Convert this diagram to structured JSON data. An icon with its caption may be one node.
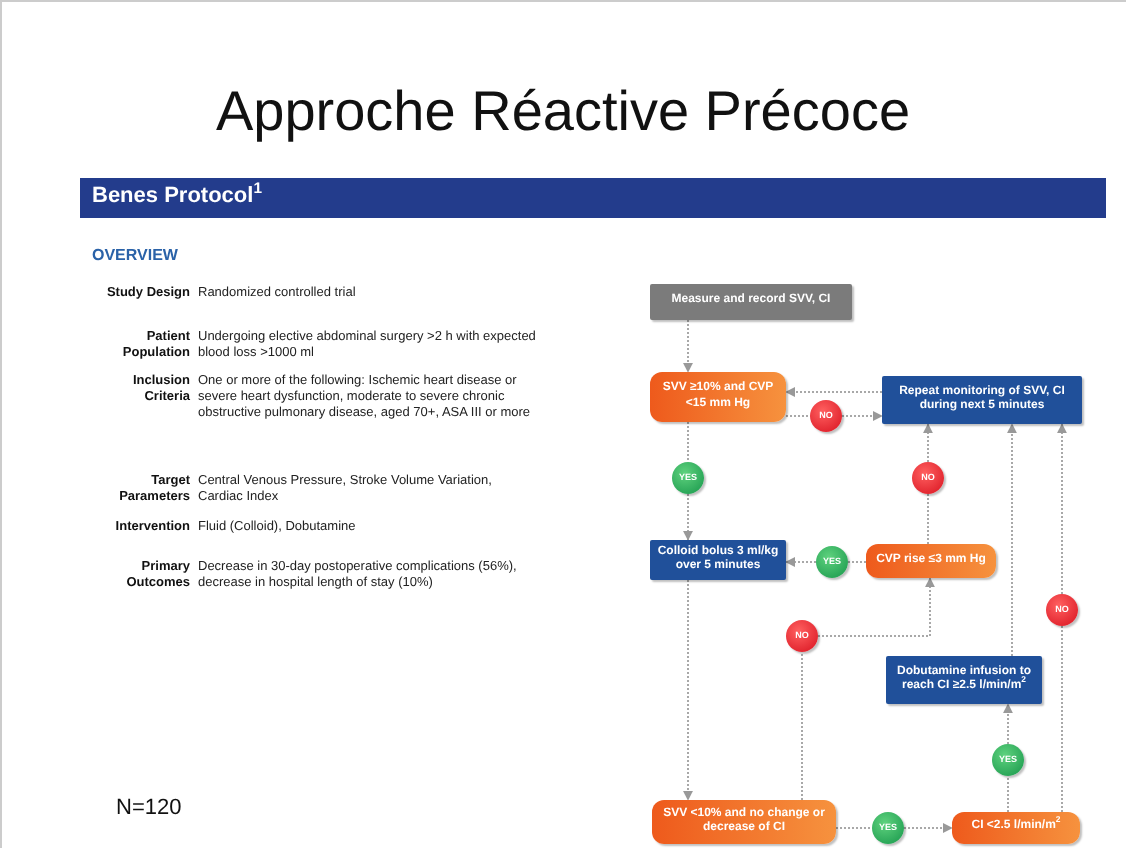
{
  "diagram": {
    "title": "Approche Réactive Précoce",
    "nodes": [
      {
        "text": [
          "Measure and record SVV, CI"
        ]
      },
      {
        "text": [
          "SVV ≥10% and CVP <15 mm Hg"
        ]
      },
      {
        "text": [
          "NO"
        ]
      },
      {
        "text": [
          "Repeat monitoring of SVV, CI during next 5 minutes"
        ]
      },
      {
        "text": [
          "YES"
        ]
      },
      {
        "text": [
          "NO"
        ]
      },
      {
        "text": [
          "Colloid bolus 3 ml/kg over 5 minutes"
        ]
      },
      {
        "text": [
          "YES"
        ]
      },
      {
        "text": [
          "CVP rise ≤3 mm Hg"
        ]
      },
      {
        "text": [
          "NO"
        ]
      },
      {
        "text": [
          "NO"
        ]
      },
      {
        "text": [
          "Dobutamine infusion to reach CI ≥2.5 l/min/m$^{2}$"
        ]
      },
      {
        "text": [
          "YES"
        ]
      },
      {
        "text": [
          "SVV <10% and no change or decrease of CI"
        ]
      },
      {
        "text": [
          "YES"
        ]
      },
      {
        "text": [
          "CI <2.5 l/min/m$^{2}$"
        ]
      }
    ],
    "edges": [
      {
        "from": 0,
        "to": 1,
        "arrow": "to"
      },
      {
        "from": 1,
        "to": 2,
        "arrow": "none"
      },
      {
        "from": 2,
        "to": 3,
        "arrow": "to"
      },
      {
        "from": 3,
        "to": 1,
        "arrow": "to"
      },
      {
        "from": 1,
        "to": 4,
        "arrow": "none"
      },
      {
        "from": 4,
        "to": 6,
        "arrow": "to"
      },
      {
        "from": 8,
        "to": 7,
        "arrow": "none"
      },
      {
        "from": 7,
        "to": 6,
        "arrow": "to"
      },
      {
        "from": 8,
        "to": 5,
        "arrow": "none"
      },
      {
        "from": 5,
        "to": 3,
        "arrow": "to"
      },
      {
        "from": 6,
        "to": 13,
        "arrow": "to"
      },
      {
        "from": 13,
        "to": 9,
        "arrow": "none"
      },
      {
        "from": 9,
        "to": 8,
        "arrow": "to"
      },
      {
        "from": 13,
        "to": 14,
        "arrow": "none"
      },
      {
        "from": 14,
        "to": 15,
        "arrow": "to"
      },
      {
        "from": 15,
        "to": 12,
        "arrow": "none"
      },
      {
        "from": 12,
        "to": 11,
        "arrow": "to"
      },
      {
        "from": 11,
        "to": 3,
        "arrow": "to"
      },
      {
        "from": 15,
        "to": 10,
        "arrow": "none"
      },
      {
        "from": 10,
        "to": 3,
        "arrow": "to"
      }
    ],
    "labels": [
      "Benes Protocol$^{1}$",
      "OVERVIEW",
      "Study Design",
      "Randomized controlled trial",
      "Patient Population",
      "Undergoing elective abdominal surgery >2 h with expected blood loss >1000 ml",
      "Inclusion Criteria",
      "One or more of the following: Ischemic heart disease or severe heart dysfunction, moderate to severe chronic obstructive pulmonary disease, aged 70+, ASA III or more",
      "Target Parameters",
      "Central Venous Pressure, Stroke Volume Variation, Cardiac Index",
      "Intervention",
      "Fluid (Colloid), Dobutamine",
      "Primary Outcomes",
      "Decrease in 30-day postoperative complications (56%), decrease in hospital length of stay (10%)",
      "N=120"
    ]
  }
}
